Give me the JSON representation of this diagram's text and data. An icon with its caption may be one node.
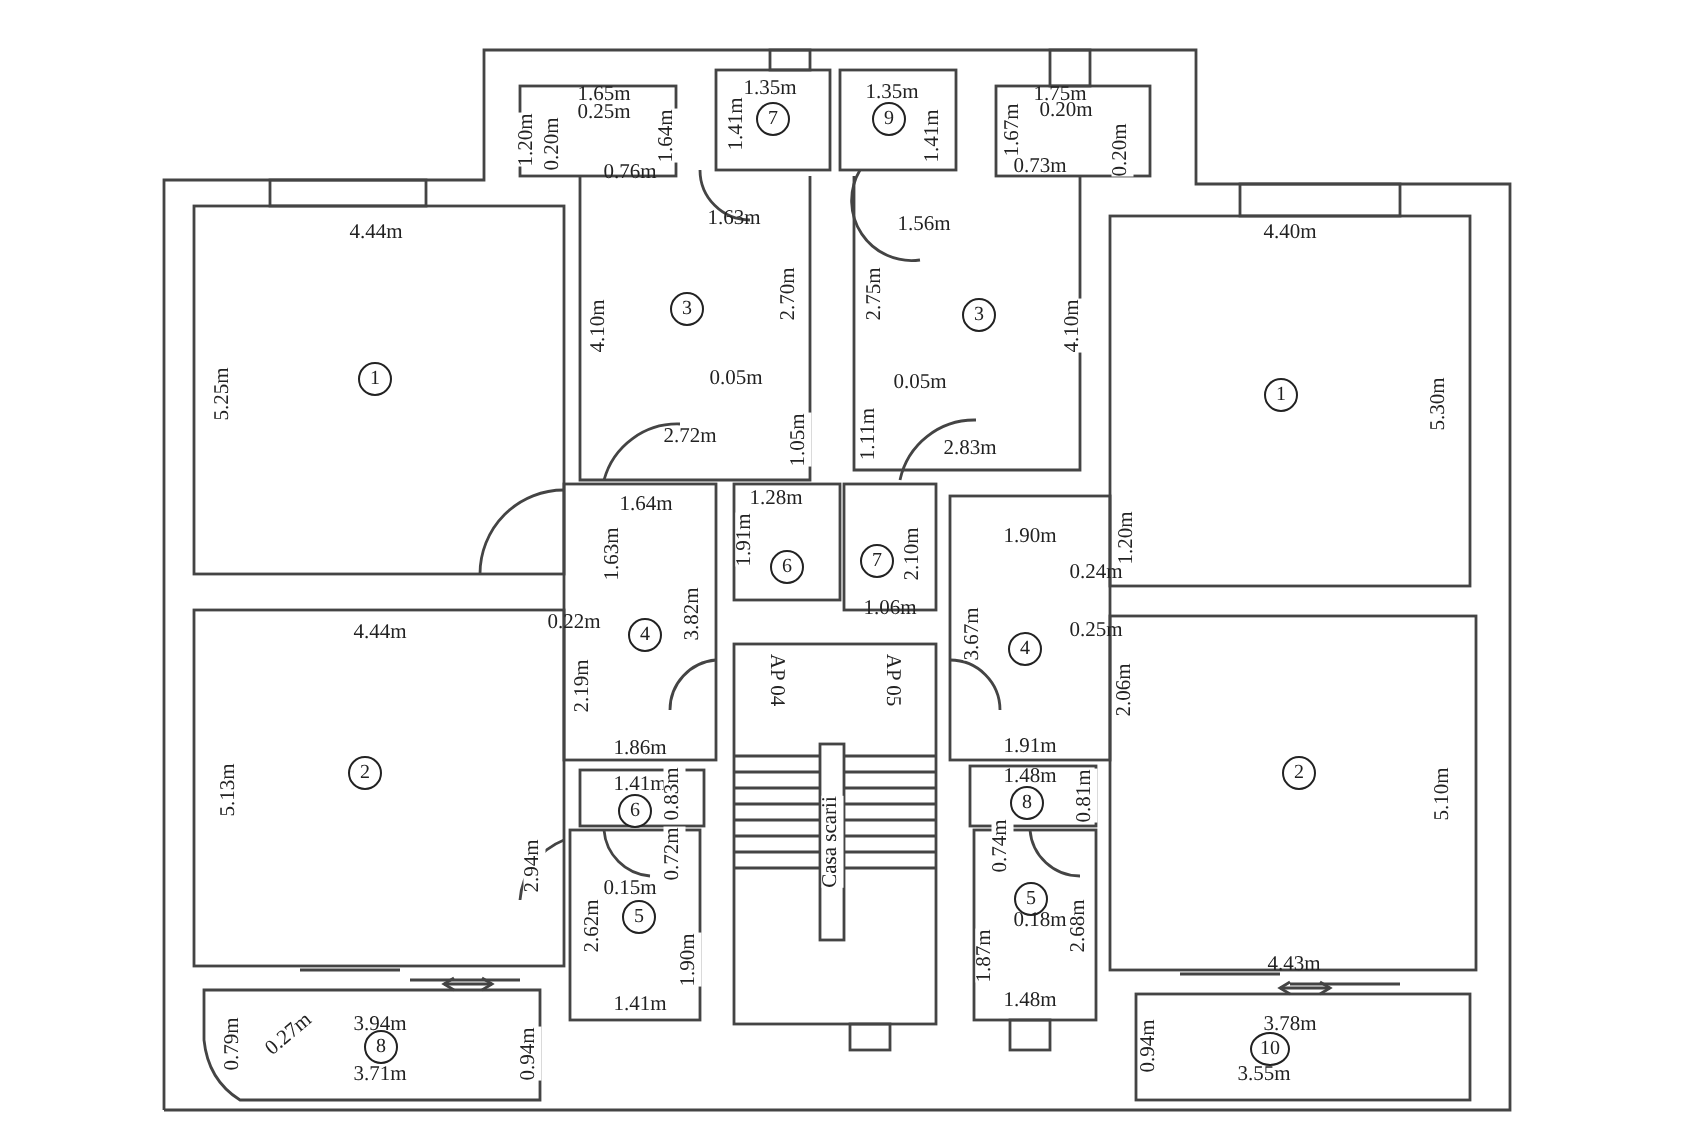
{
  "diagram": {
    "nodes": [
      {
        "text": [
          "7"
        ]
      },
      {
        "text": [
          "9"
        ]
      },
      {
        "text": [
          "3"
        ]
      },
      {
        "text": [
          "3"
        ]
      },
      {
        "text": [
          "1"
        ]
      },
      {
        "text": [
          "1"
        ]
      },
      {
        "text": [
          "6"
        ]
      },
      {
        "text": [
          "7"
        ]
      },
      {
        "text": [
          "4"
        ]
      },
      {
        "text": [
          "4"
        ]
      },
      {
        "text": [
          "2"
        ]
      },
      {
        "text": [
          "2"
        ]
      },
      {
        "text": [
          "6"
        ]
      },
      {
        "text": [
          "8"
        ]
      },
      {
        "text": [
          "5"
        ]
      },
      {
        "text": [
          "5"
        ]
      },
      {
        "text": [
          "8"
        ]
      },
      {
        "text": [
          "10"
        ]
      }
    ],
    "labels": [
      "1.35m",
      "1.35m",
      "1.65m",
      "1.75m",
      "0.20m",
      "0.25m",
      "1.41m",
      "1.67m",
      "1.41m",
      "1.64m",
      "1.20m",
      "0.20m",
      "0.20m",
      "0.73m",
      "0.76m",
      "1.63m",
      "1.56m",
      "4.44m",
      "4.40m",
      "2.70m",
      "2.75m",
      "4.10m",
      "4.10m",
      "0.05m",
      "0.05m",
      "5.25m",
      "5.30m",
      "1.11m",
      "2.72m",
      "1.05m",
      "2.83m",
      "1.28m",
      "1.64m",
      "1.90m",
      "1.20m",
      "1.91m",
      "1.63m",
      "2.10m",
      "0.24m",
      "1.06m",
      "3.82m",
      "0.22m",
      "0.25m",
      "4.44m",
      "3.67m",
      "AP 04",
      "AP 05",
      "2.19m",
      "2.06m",
      "1.91m",
      "1.86m",
      "1.48m",
      "1.41m",
      "5.13m",
      "0.83m",
      "5.10m",
      "0.81m",
      "Casa scarii",
      "0.74m",
      "0.72m",
      "2.94m",
      "0.15m",
      "0.18m",
      "2.62m",
      "2.68m",
      "1.87m",
      "1.90m",
      "4.43m",
      "1.48m",
      "1.41m",
      "3.94m",
      "3.78m",
      "0.27m",
      "0.79m",
      "0.94m",
      "0.94m",
      "3.71m",
      "3.55m"
    ]
  }
}
